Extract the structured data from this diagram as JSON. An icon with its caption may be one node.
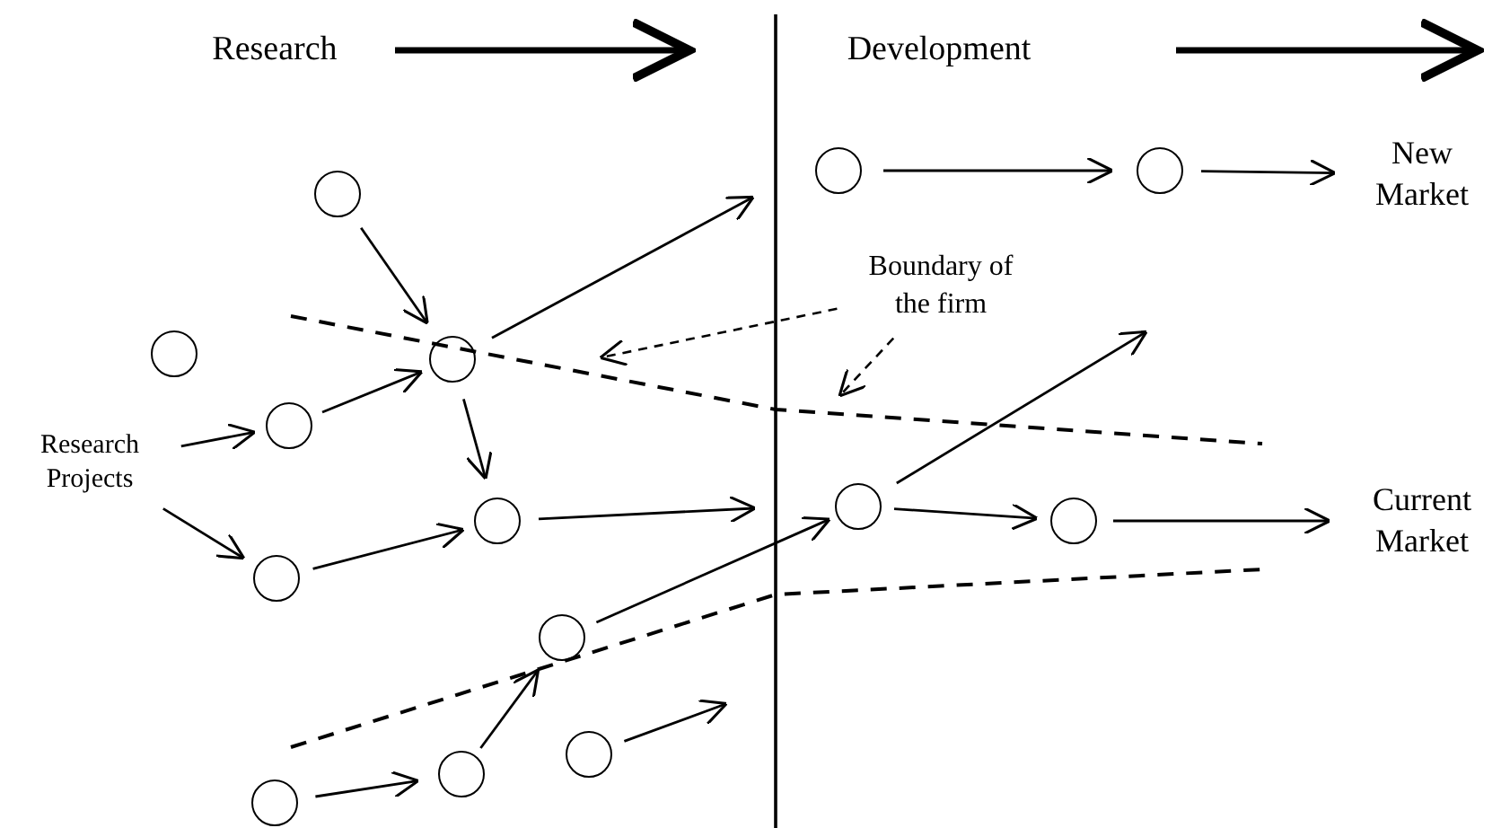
{
  "diagram": {
    "nodes": [
      {
        "text": [],
        "shape": "circle"
      },
      {
        "text": [],
        "shape": "circle"
      },
      {
        "text": [],
        "shape": "circle"
      },
      {
        "text": [],
        "shape": "circle"
      },
      {
        "text": [],
        "shape": "circle"
      },
      {
        "text": [],
        "shape": "circle"
      },
      {
        "text": [],
        "shape": "circle"
      },
      {
        "text": [],
        "shape": "circle"
      },
      {
        "text": [],
        "shape": "circle"
      },
      {
        "text": [],
        "shape": "circle"
      },
      {
        "text": [],
        "shape": "circle"
      },
      {
        "text": [],
        "shape": "circle"
      },
      {
        "text": [],
        "shape": "circle"
      },
      {
        "text": [],
        "shape": "circle"
      },
      {
        "text": [
          "Research Projects"
        ]
      },
      {
        "text": [
          "New Market"
        ]
      },
      {
        "text": [
          "Current Market"
        ]
      },
      {
        "text": [
          "Boundary of the firm"
        ]
      }
    ],
    "edges": [
      {
        "from": 0,
        "to": 2,
        "arrow": "to"
      },
      {
        "from": 14,
        "to": 3,
        "arrow": "to"
      },
      {
        "from": 3,
        "to": 2,
        "arrow": "to"
      },
      {
        "from": 2,
        "to": 4,
        "arrow": "to"
      },
      {
        "from": 2,
        "to": null,
        "arrow": "to"
      },
      {
        "from": 14,
        "to": 5,
        "arrow": "to"
      },
      {
        "from": 5,
        "to": 4,
        "arrow": "to"
      },
      {
        "from": 4,
        "to": null,
        "arrow": "to"
      },
      {
        "from": 6,
        "to": 12,
        "arrow": "to"
      },
      {
        "from": 8,
        "to": 6,
        "arrow": "to"
      },
      {
        "from": 7,
        "to": 8,
        "arrow": "to"
      },
      {
        "from": 9,
        "to": null,
        "arrow": "to"
      },
      {
        "from": 10,
        "to": 11,
        "arrow": "to"
      },
      {
        "from": 11,
        "to": 15,
        "arrow": "to"
      },
      {
        "from": 12,
        "to": 13,
        "arrow": "to"
      },
      {
        "from": 13,
        "to": 16,
        "arrow": "to"
      },
      {
        "from": 12,
        "to": null,
        "arrow": "to"
      },
      {
        "from": 17,
        "to": null,
        "arrow": "to",
        "style": "dashed"
      },
      {
        "from": 17,
        "to": null,
        "arrow": "to",
        "style": "dashed"
      }
    ],
    "labels": [
      "Research",
      "Development"
    ]
  }
}
